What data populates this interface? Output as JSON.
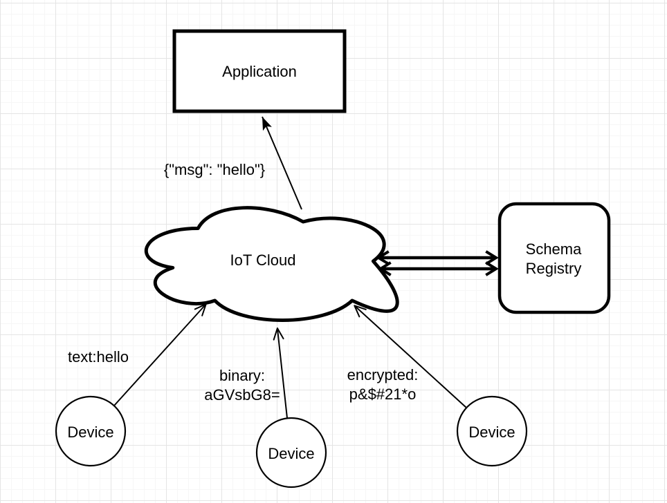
{
  "diagram": {
    "nodes": {
      "application": {
        "label": "Application",
        "shape": "rectangle"
      },
      "iot_cloud": {
        "label": "IoT Cloud",
        "shape": "cloud"
      },
      "schema_registry": {
        "label": "Schema\nRegistry",
        "shape": "rounded-rectangle"
      },
      "device_left": {
        "label": "Device",
        "shape": "circle"
      },
      "device_middle": {
        "label": "Device",
        "shape": "circle"
      },
      "device_right": {
        "label": "Device",
        "shape": "circle"
      }
    },
    "edges": {
      "cloud_to_application": {
        "label": "{\"msg\": \"hello\"}",
        "from": "IoT Cloud",
        "to": "Application"
      },
      "device_left_to_cloud": {
        "label": "text:hello",
        "from": "Device",
        "to": "IoT Cloud"
      },
      "device_middle_to_cloud": {
        "label": "binary:\naGVsbG8=",
        "from": "Device",
        "to": "IoT Cloud"
      },
      "device_right_to_cloud": {
        "label": "encrypted:\np&$#21*o",
        "from": "Device",
        "to": "IoT Cloud"
      },
      "cloud_registry_link": {
        "label": "",
        "from": "IoT Cloud",
        "to": "Schema Registry",
        "bidirectional": true,
        "double_line": true
      }
    },
    "colors": {
      "stroke": "#000000",
      "shape_fill": "#ffffff",
      "background": "#ffffff",
      "grid_major": "#e4e4e4",
      "grid_minor": "#f6f6f6"
    }
  }
}
